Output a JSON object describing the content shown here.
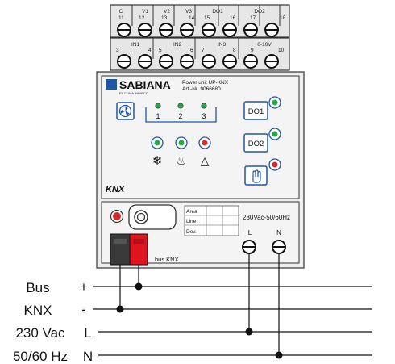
{
  "top_terminals": {
    "row1_groups": [
      "C",
      "V1",
      "V2",
      "V3",
      "DO1",
      "DO2"
    ],
    "row1_numbers": [
      "11",
      "12",
      "13",
      "14",
      "15",
      "16",
      "17",
      "18"
    ],
    "row2_groups": [
      "IN1",
      "IN2",
      "IN3",
      "0-10V"
    ],
    "row2_numbers": [
      "3",
      "4",
      "5",
      "6",
      "7",
      "8",
      "9",
      "10"
    ]
  },
  "front_panel": {
    "brand": "SABIANA",
    "brand_sub": "EL CLIMA ANNECO",
    "product_line1": "Power unit UP-KNX",
    "product_line2": "Art.-Nr. 9066680",
    "speed_labels": [
      "1",
      "2",
      "3"
    ],
    "buttons": [
      "DO1",
      "DO2"
    ],
    "mode_symbols": [
      "❄",
      "♨",
      "△"
    ],
    "knx_logo": "KNX"
  },
  "bottom_section": {
    "info_table": [
      "Area",
      "Line",
      "Dev."
    ],
    "supply_label": "230Vac-50/60Hz",
    "terminal_L": "L",
    "terminal_N": "N",
    "bus_label": "bus KNX"
  },
  "wiring_labels": {
    "bus_line1": "Bus",
    "bus_line2": "KNX",
    "plus": "+",
    "minus": "-",
    "supply_line1": "230 Vac",
    "supply_line2": "50/60 Hz",
    "L": "L",
    "N": "N"
  },
  "colors": {
    "brand_blue": "#1f56a6",
    "led_green": "#27a84a",
    "led_red": "#d42a2a",
    "terminal_red": "#e0141e"
  }
}
